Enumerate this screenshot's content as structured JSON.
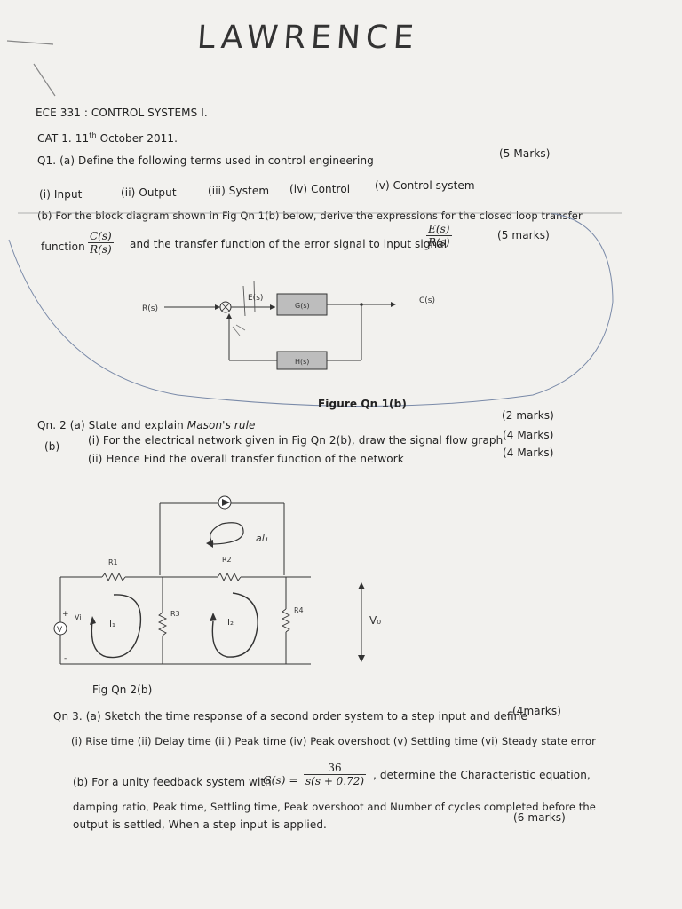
{
  "header": {
    "handwritten_name": "LAWRENCE",
    "course": "ECE 331 : CONTROL SYSTEMS I.",
    "cat_line_a": "CAT 1. 11",
    "cat_sup": "th",
    "cat_line_b": " October 2011."
  },
  "q1": {
    "a_text": "Q1. (a) Define the following terms used in control engineering",
    "a_marks": "(5 Marks)",
    "terms": [
      "(i) Input",
      "(ii) Output",
      "(iii) System",
      "(iv) Control",
      "(v) Control system"
    ],
    "b_text": "(b) For the block diagram shown in Fig Qn 1(b) below, derive the expressions for the closed loop transfer",
    "b_function": "function",
    "frac1_num": "C(s)",
    "frac1_den": "R(s)",
    "b_mid": "and the transfer function of the error signal to input signal",
    "frac2_num": "E(s)",
    "frac2_den": "R(s)",
    "b_marks": "(5 marks)",
    "fig_labels": {
      "rs": "R(s)",
      "es": "E(s)",
      "gs": "G(s)",
      "cs": "C(s)",
      "hs": "H(s)"
    },
    "figure_caption": "Figure Qn 1(b)"
  },
  "q2": {
    "a_text": "Qn. 2 (a) State and explain",
    "a_rule": "Mason's rule",
    "a_marks": "(2 marks)",
    "b_label": "(b)",
    "b_i": "(i) For the electrical network given in Fig Qn 2(b), draw the signal flow graph",
    "b_i_marks": "(4 Marks)",
    "b_ii": "(ii) Hence Find the overall transfer function of the network",
    "b_ii_marks": "(4 Marks)",
    "fig_labels": {
      "r1": "R1",
      "r2": "R2",
      "r3": "R3",
      "r4": "R4",
      "vi": "Vi",
      "v": "V",
      "i1": "I₁",
      "i2": "I₂",
      "al1": "al₁",
      "vo": "V₀",
      "plus": "+",
      "minus": "-"
    },
    "figure_caption": "Fig Qn 2(b)"
  },
  "q3": {
    "a_text": "Qn 3. (a) Sketch the time response of a second order system to a step input and define",
    "a_marks": "(4marks)",
    "a_list": "(i)   Rise time (ii) Delay time (iii) Peak time (iv) Peak overshoot (v) Settling time (vi) Steady state error",
    "b_text_a": "(b) For a unity feedback system with",
    "b_gs": "G(s) =",
    "frac_num": "36",
    "frac_den": "s(s + 0.72)",
    "b_text_b": ", determine the Characteristic equation,",
    "b_line2": "damping ratio, Peak time, Settling time, Peak overshoot and Number of cycles completed before the",
    "b_line3": "output is settled,  When a step input is applied.",
    "b_marks": "(6 marks)"
  }
}
